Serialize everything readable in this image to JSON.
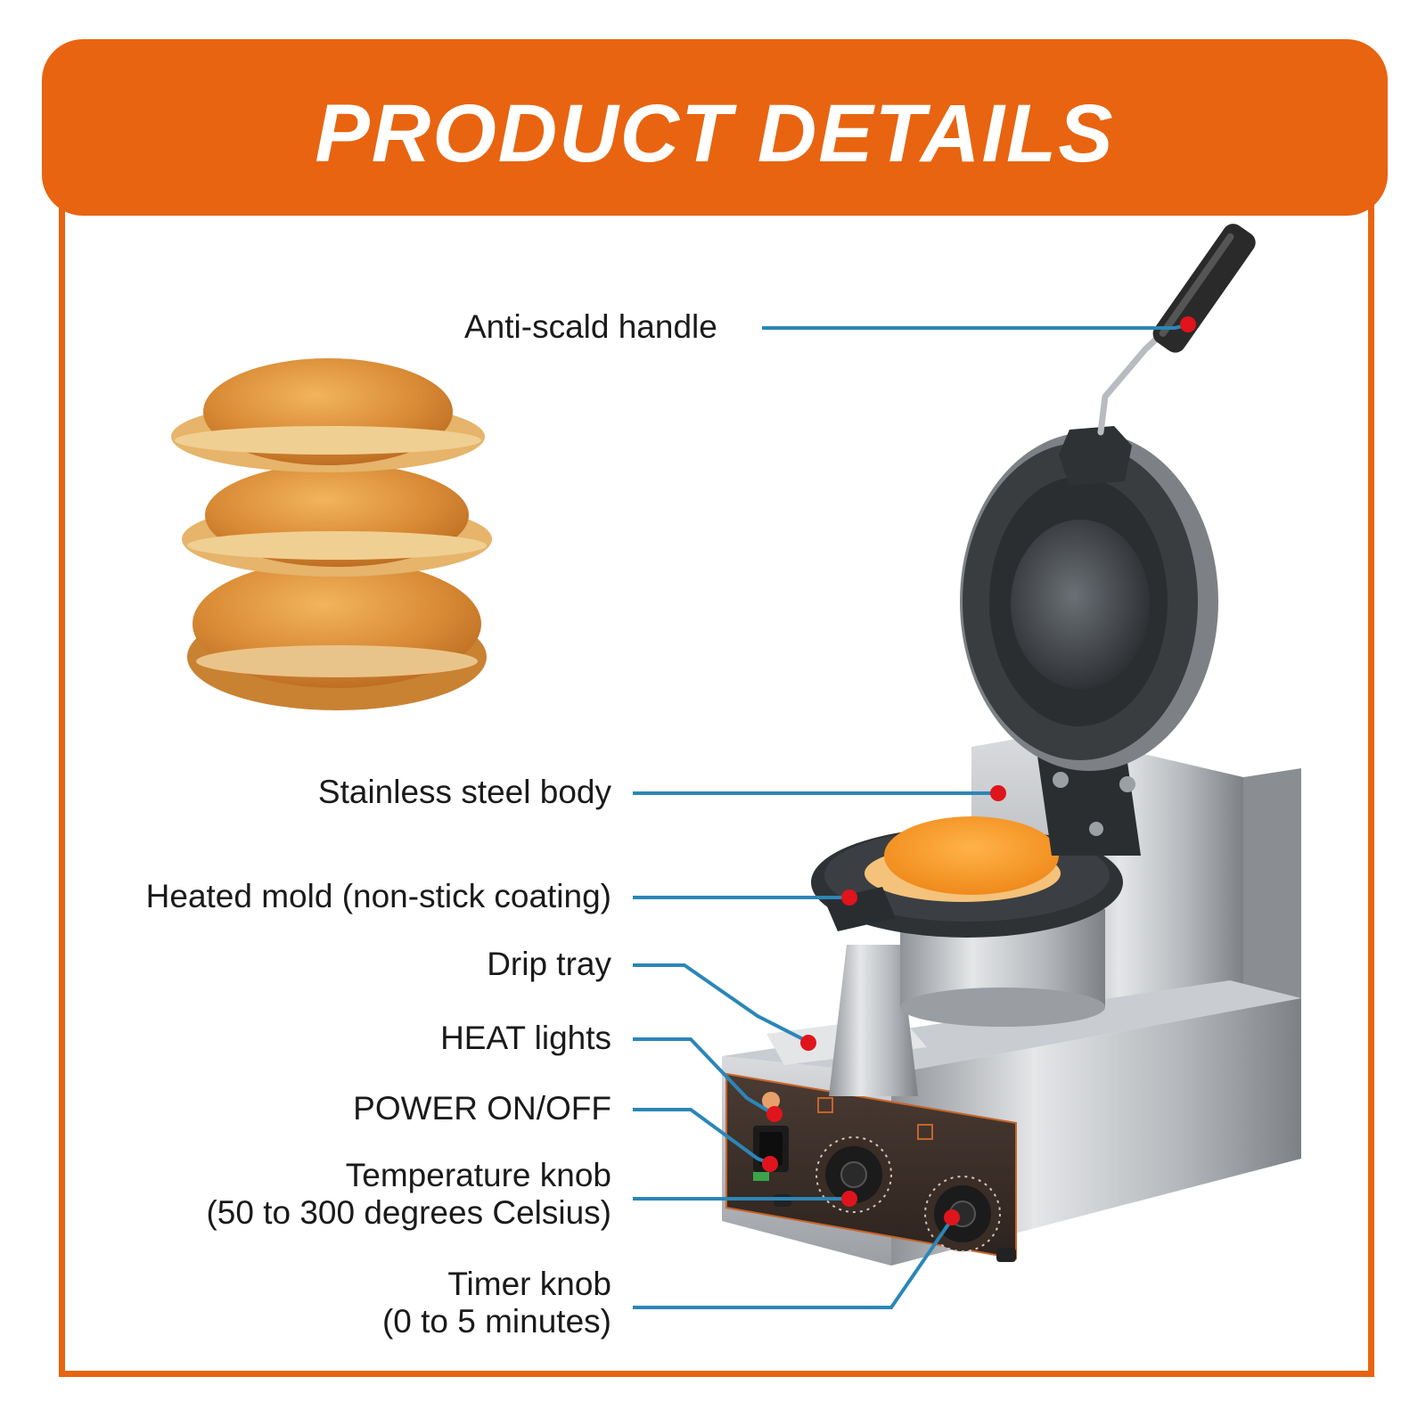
{
  "header": {
    "title": "PRODUCT DETAILS"
  },
  "colors": {
    "accent": "#e86410",
    "leader_line": "#2b86b8",
    "marker": "#e0141c"
  },
  "callouts": [
    {
      "id": "anti-scald-handle",
      "lines": [
        "Anti-scald handle"
      ]
    },
    {
      "id": "stainless-steel-body",
      "lines": [
        "Stainless steel body"
      ]
    },
    {
      "id": "heated-mold",
      "lines": [
        "Heated mold (non-stick coating)"
      ]
    },
    {
      "id": "drip-tray",
      "lines": [
        "Drip tray"
      ]
    },
    {
      "id": "heat-lights",
      "lines": [
        "HEAT lights"
      ]
    },
    {
      "id": "power-on-off",
      "lines": [
        "POWER ON/OFF"
      ]
    },
    {
      "id": "temperature-knob",
      "lines": [
        "Temperature knob",
        "(50 to 300 degrees Celsius)"
      ]
    },
    {
      "id": "timer-knob",
      "lines": [
        "Timer knob",
        "(0 to 5 minutes)"
      ]
    }
  ],
  "icons": {
    "product_photo": "ufo-burger-press-machine-icon",
    "food_photo": "stacked-ufo-burger-buns-icon"
  }
}
